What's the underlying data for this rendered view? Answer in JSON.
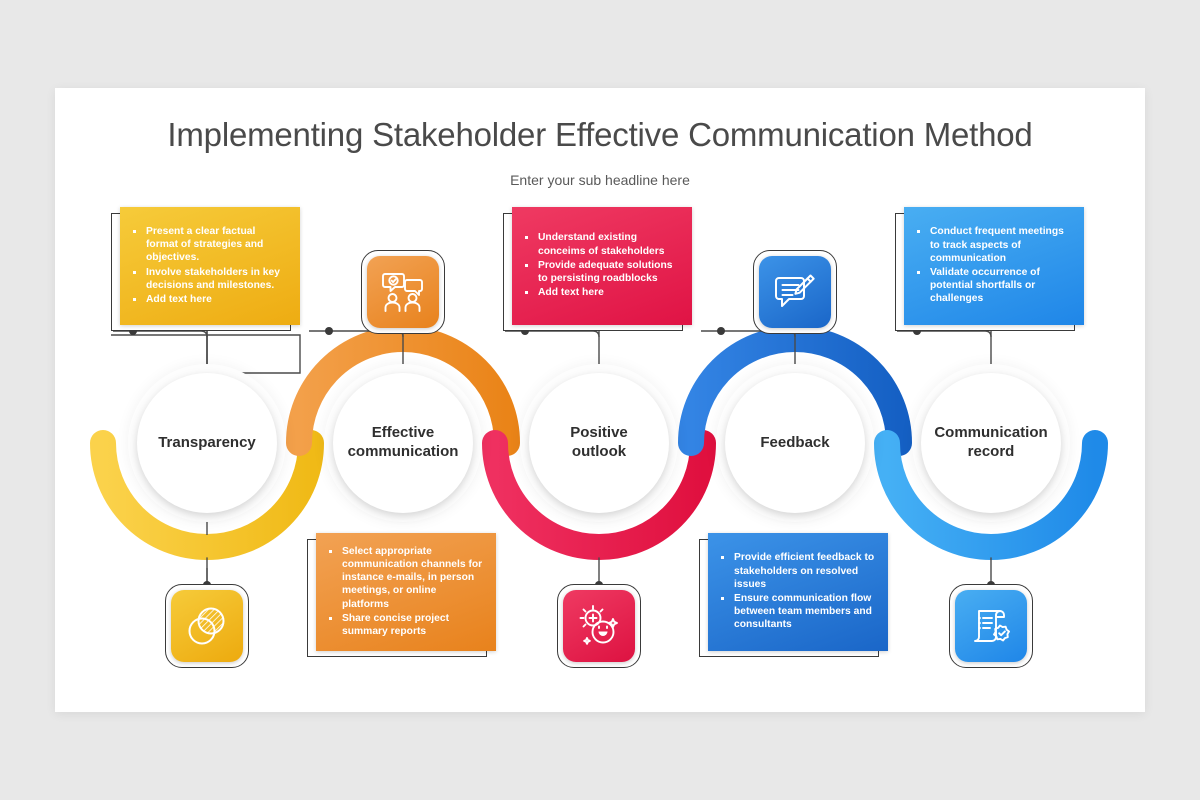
{
  "slide": {
    "title": "Implementing Stakeholder Effective Communication Method",
    "subtitle": "Enter your sub headline here",
    "background_color": "#e8e8e8",
    "card_color": "#ffffff"
  },
  "colors": {
    "yellow": "#f5c518",
    "yellow_light": "#fbd24b",
    "orange": "#ef8b23",
    "orange_light": "#f3a04a",
    "red": "#e8204f",
    "red_light": "#ef3060",
    "blue_dark": "#1a6fd4",
    "blue": "#2a7fe0",
    "blue_light": "#36a0f0",
    "blue_lighter": "#45b0f5",
    "line": "#4a4a4a",
    "text_dark": "#2f2f2f"
  },
  "nodes": [
    {
      "id": "transparency",
      "label": "Transparency",
      "arc_color": "#f5c518"
    },
    {
      "id": "effective",
      "label": "Effective\ncommunication",
      "arc_color": "#ef8b23"
    },
    {
      "id": "positive",
      "label": "Positive\noutlook",
      "arc_color": "#e8204f"
    },
    {
      "id": "feedback",
      "label": "Feedback",
      "arc_color": "#1a6fd4"
    },
    {
      "id": "record",
      "label": "Communication\nrecord",
      "arc_color": "#36a0f0"
    }
  ],
  "text_cards": [
    {
      "id": "transparency-card",
      "position": "top",
      "color_from": "#f6cb3a",
      "color_to": "#eeac12",
      "bullets": [
        "Present a clear factual format of strategies and objectives.",
        "Involve stakeholders in key decisions and milestones.",
        "Add text here"
      ]
    },
    {
      "id": "effective-card",
      "position": "bottom",
      "color_from": "#f2a254",
      "color_to": "#e8821c",
      "bullets": [
        "Select appropriate communication channels for instance e-mails, in person meetings, or online platforms",
        "Share concise project summary reports"
      ]
    },
    {
      "id": "positive-card",
      "position": "top",
      "color_from": "#ef3a62",
      "color_to": "#e01345",
      "bullets": [
        "Understand existing conceims of stakeholders",
        "Provide adequate solutions to persisting roadblocks",
        "Add text here"
      ]
    },
    {
      "id": "feedback-card",
      "position": "bottom",
      "color_from": "#3c93e8",
      "color_to": "#1a66c8",
      "bullets": [
        "Provide efficient feedback to stakeholders on resolved issues",
        "Ensure communication flow between team members and consultants"
      ]
    },
    {
      "id": "record-card",
      "position": "top",
      "color_from": "#49aef2",
      "color_to": "#1f86e8",
      "bullets": [
        "Conduct frequent meetings to track aspects of communication",
        "Validate occurrence of potential shortfalls or challenges"
      ]
    }
  ],
  "icon_tiles": [
    {
      "id": "transparency-icon-tile",
      "icon": "overlapping-circles-icon",
      "position": "bottom",
      "color_from": "#f6cb3a",
      "color_to": "#edaa0e"
    },
    {
      "id": "effective-icon-tile",
      "icon": "people-chat-check-icon",
      "position": "top",
      "color_from": "#f2a254",
      "color_to": "#e8821c"
    },
    {
      "id": "positive-icon-tile",
      "icon": "smiley-sparkle-icon",
      "position": "bottom",
      "color_from": "#ef3a62",
      "color_to": "#dd1241"
    },
    {
      "id": "feedback-icon-tile",
      "icon": "chat-pencil-icon",
      "position": "top",
      "color_from": "#3c93e8",
      "color_to": "#1a66c8"
    },
    {
      "id": "record-icon-tile",
      "icon": "scroll-seal-icon",
      "position": "bottom",
      "color_from": "#49aef2",
      "color_to": "#1f86e8"
    }
  ]
}
